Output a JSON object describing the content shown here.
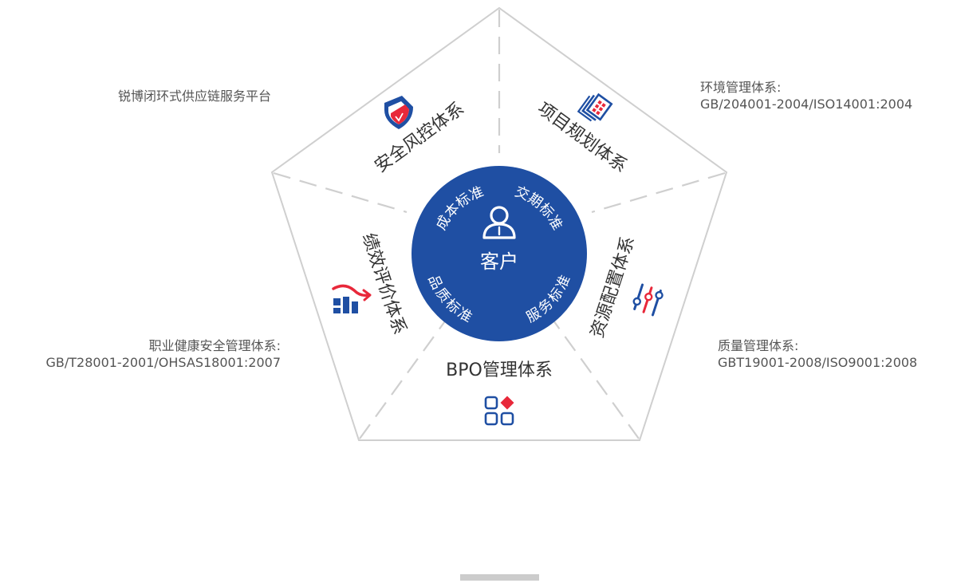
{
  "center": {
    "title": "客户",
    "arc_labels": [
      "成本标准",
      "交期标准",
      "品质标准",
      "服务标准"
    ]
  },
  "segments": [
    {
      "label": "安全风控体系",
      "icon": "shield-icon"
    },
    {
      "label": "项目规划体系",
      "icon": "document-stack-icon"
    },
    {
      "label": "资源配置体系",
      "icon": "sliders-icon"
    },
    {
      "label": "BPO管理体系",
      "icon": "apps-grid-icon"
    },
    {
      "label": "绩效评价体系",
      "icon": "bar-chart-trend-icon"
    }
  ],
  "notes": {
    "platform": "锐博闭环式供应链服务平台",
    "environment": [
      "环境管理体系:",
      "GB/204001-2004/ISO14001:2004"
    ],
    "health": [
      "职业健康安全管理体系:",
      "GB/T28001-2001/OHSAS18001:2007"
    ],
    "quality": [
      "质量管理体系:",
      "GBT19001-2008/ISO9001:2008"
    ]
  },
  "colors": {
    "accent_blue": "#1f4fa3",
    "accent_red": "#e8283a",
    "outline": "#cfcfcf",
    "text": "#333333"
  }
}
